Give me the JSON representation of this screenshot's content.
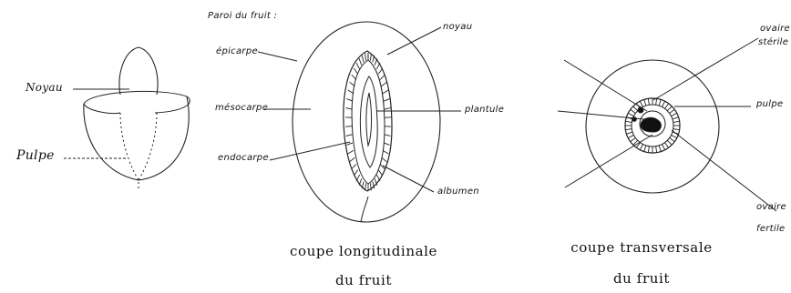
{
  "header": {
    "paroi_title": "Paroi du fruit :"
  },
  "left_figure": {
    "noyau_label": "Noyau",
    "pulpe_label": "Pulpe"
  },
  "middle_figure": {
    "epicarpe": "épicarpe",
    "mesocarpe": "mésocarpe",
    "endocarpe": "endocarpe",
    "noyau": "noyau",
    "plantule": "plantule",
    "albumen": "albumen",
    "caption_line1": "coupe longitudinale",
    "caption_line2": "du fruit"
  },
  "right_figure": {
    "ovaire_sterile_1": "ovaire",
    "ovaire_sterile_2": "stérile",
    "pulpe": "pulpe",
    "ovaire_fertile_1": "ovaire",
    "ovaire_fertile_2": "fertile",
    "caption_line1": "coupe transversale",
    "caption_line2": "du fruit"
  }
}
